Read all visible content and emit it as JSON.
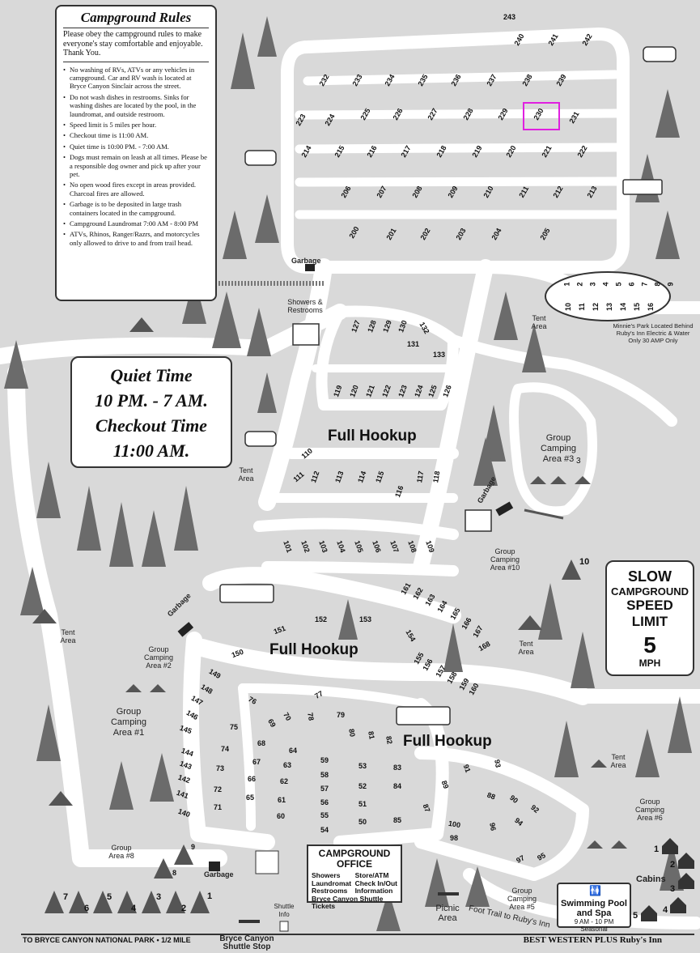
{
  "rules": {
    "title": "Campground Rules",
    "intro": "Please obey the campground rules to make everyone's stay comfortable and enjoyable. Thank You.",
    "items": [
      "No washing of RVs, ATVs or any vehicles in campground. Car and RV wash is located at Bryce Canyon Sinclair across the street.",
      "Do not wash dishes in restrooms. Sinks for washing dishes are located by the pool, in the laundromat, and outside restroom.",
      "Speed limit is 5 miles per hour.",
      "Checkout time is 11:00 AM.",
      "Quiet time is 10:00 PM. - 7:00 AM.",
      "Dogs must remain on leash at all times. Please be a responsible dog owner and pick up after your pet.",
      "No open wood fires except in areas provided. Charcoal fires are allowed.",
      "Garbage is to be deposited in large trash containers located in the campground.",
      "Campground Laundromat 7:00 AM - 8:00 PM",
      "ATVs, Rhinos, Ranger/Razrs, and motorcycles only allowed to drive to and from trail head."
    ]
  },
  "quiet_box": {
    "line1": "Quiet Time",
    "line2": "10 PM. - 7 AM.",
    "line3": "Checkout Time",
    "line4": "11:00 AM."
  },
  "speed_sign": {
    "line1": "SLOW",
    "line2": "CAMPGROUND",
    "line3": "SPEED",
    "line4": "LIMIT",
    "value": "5",
    "unit": "MPH"
  },
  "office": {
    "title1": "CAMPGROUND",
    "title2": "OFFICE",
    "left": [
      "Showers",
      "Laundromat",
      "Restrooms"
    ],
    "right": [
      "Store/ATM",
      "Check In/Out",
      "Information"
    ],
    "footer": "Bryce Canyon Shuttle Tickets"
  },
  "pool": {
    "title1": "Swimming Pool",
    "title2": "and Spa",
    "hours": "9 AM - 10 PM",
    "season": "Seasonal"
  },
  "areas": {
    "full_hookup": "Full Hookup",
    "tent_area": "Tent Area",
    "garbage": "Garbage",
    "showers": "Showers & Restrooms",
    "group1": "Group Camping Area #1",
    "group2": "Group Camping Area #2",
    "group3": "Group Camping Area #3",
    "group5": "Group Camping Area #5",
    "group6": "Group Camping Area #6",
    "group8": "Group Area #8",
    "group10": "Group Camping Area #10",
    "minnies": "Minnie's Park Located Behind Ruby's Inn Electric & Water Only 30 AMP Only",
    "cabins": "Cabins",
    "picnic": "Picnic Area",
    "foot_trail": "Foot Trail to Ruby's Inn",
    "shuttle_info": "Shuttle Info",
    "shuttle_stop": "Bryce Canyon Shuttle Stop"
  },
  "bottom": {
    "left": "TO BRYCE CANYON NATIONAL PARK • 1/2 MILE",
    "right": "BEST WESTERN PLUS Ruby's Inn"
  },
  "sites": {
    "top_row": [
      "240",
      "241",
      "242"
    ],
    "row_a": [
      "232",
      "233",
      "234",
      "235",
      "236",
      "237",
      "238",
      "239"
    ],
    "row_b": [
      "223",
      "224",
      "225",
      "226",
      "227",
      "228",
      "229",
      "230",
      "231"
    ],
    "row_c": [
      "214",
      "215",
      "216",
      "217",
      "218",
      "219",
      "220",
      "221",
      "222"
    ],
    "row_d": [
      "206",
      "207",
      "208",
      "209",
      "210",
      "211",
      "212",
      "213"
    ],
    "row_e": [
      "200",
      "201",
      "202",
      "203",
      "204",
      "205"
    ],
    "s243": "243",
    "minnies_top": [
      "1",
      "2",
      "3",
      "4",
      "5",
      "6",
      "7",
      "8",
      "9"
    ],
    "minnies_bottom": [
      "10",
      "11",
      "12",
      "13",
      "14",
      "15",
      "16"
    ],
    "mid_a": [
      "127",
      "128",
      "129",
      "130",
      "132",
      "131",
      "133"
    ],
    "mid_b": [
      "119",
      "120",
      "121",
      "122",
      "123",
      "124",
      "125",
      "126"
    ],
    "mid_c": [
      "110",
      "111",
      "112",
      "113",
      "114",
      "115",
      "116",
      "117",
      "118"
    ],
    "mid_d": [
      "101",
      "102",
      "103",
      "104",
      "105",
      "106",
      "107",
      "108",
      "109"
    ],
    "loop_a": [
      "150",
      "151",
      "152",
      "153"
    ],
    "loop_b": [
      "161",
      "162",
      "163",
      "164",
      "165",
      "166",
      "167",
      "168",
      "154",
      "155",
      "156",
      "157",
      "158",
      "159",
      "160"
    ],
    "loop_c": [
      "149",
      "148",
      "147",
      "146",
      "145",
      "144",
      "143",
      "142",
      "141",
      "140"
    ],
    "loop_d": [
      "76",
      "75",
      "74",
      "73",
      "72",
      "71",
      "69",
      "70",
      "78",
      "77",
      "79",
      "68",
      "67",
      "66",
      "65",
      "64",
      "63",
      "62",
      "61",
      "60",
      "59",
      "58",
      "57",
      "56",
      "55",
      "54",
      "53",
      "52",
      "51",
      "50",
      "83",
      "84",
      "85",
      "80",
      "81",
      "82"
    ],
    "loop_e": [
      "87",
      "89",
      "91",
      "93",
      "88",
      "90",
      "92",
      "94",
      "96",
      "98",
      "100",
      "95",
      "97"
    ],
    "group_nums": [
      "1",
      "2",
      "3",
      "4",
      "5",
      "6",
      "7",
      "8",
      "9",
      "10"
    ],
    "cabin_nums": [
      "1",
      "2",
      "3",
      "4",
      "5"
    ],
    "group_nums_3": "3"
  },
  "colors": {
    "ground": "#d9d9d9",
    "road": "#ffffff",
    "tree": "#6b6b6b",
    "highlight": "#e020e0"
  }
}
